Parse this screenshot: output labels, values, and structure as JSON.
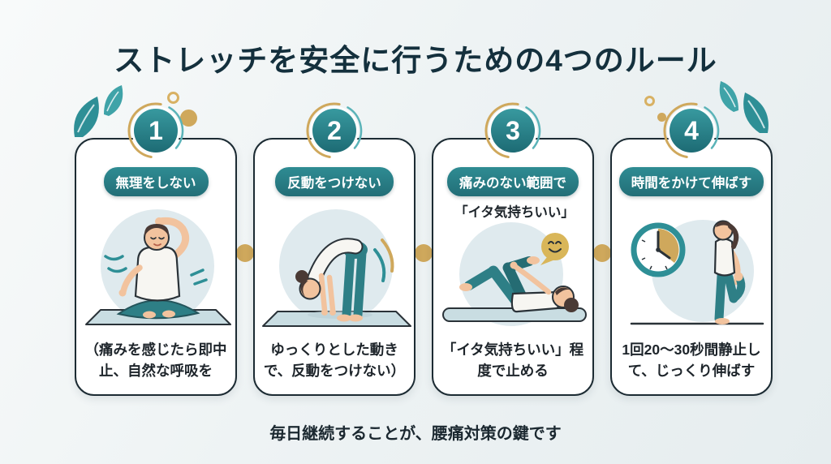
{
  "title": "ストレッチを安全に行うための4つのルール",
  "footer": "毎日継続することが、腰痛対策の鍵です",
  "colors": {
    "teal_primary": "#2b868d",
    "teal_light": "#3fa3a8",
    "gold_accent": "#cfa85c",
    "dark_outline": "#1c2b33",
    "title_text": "#14303d",
    "card_background": "#ffffff",
    "illustration_background": "#dfeaee"
  },
  "cards": [
    {
      "number": "1",
      "label": "無理をしない",
      "caption": "（痛みを感じたら即中止、自然な呼吸を",
      "illustration": "seated-side-stretch-on-mat"
    },
    {
      "number": "2",
      "label": "反動をつけない",
      "caption": "ゆっくりとした動きで、反動をつけない）",
      "illustration": "standing-forward-fold-on-mat"
    },
    {
      "number": "3",
      "label": "痛みのない範囲で",
      "quote": "「イタ気持ちいい」",
      "caption": "「イタ気持ちいい」程度で止める",
      "illustration": "lying-knee-hug-with-smiley"
    },
    {
      "number": "4",
      "label": "時間をかけて伸ばす",
      "caption": "1回20〜30秒間静止して、じっくり伸ばす",
      "illustration": "standing-quad-stretch-with-clock"
    }
  ]
}
